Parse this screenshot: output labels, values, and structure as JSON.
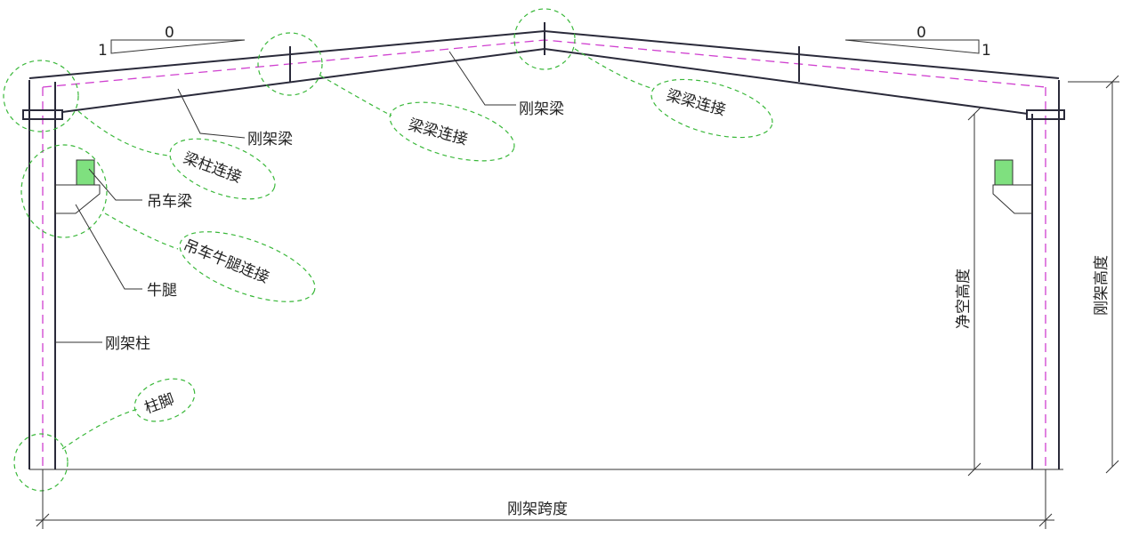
{
  "title": "门式刚架结构示意",
  "slope_left": {
    "rise": "1",
    "run": "0"
  },
  "slope_right": {
    "rise": "1",
    "run": "0"
  },
  "labels": {
    "rafter_left": "刚架梁",
    "rafter_right": "刚架梁",
    "beam_beam_left": "梁梁连接",
    "beam_beam_right": "梁梁连接",
    "beam_column": "梁柱连接",
    "crane_beam": "吊车梁",
    "crane_bracket_conn": "吊车牛腿连接",
    "bracket": "牛腿",
    "column": "刚架柱",
    "column_base": "柱脚",
    "clear_height": "净空高度",
    "frame_height": "刚架高度",
    "frame_span": "刚架跨度"
  },
  "colors": {
    "member": "#2a2a3a",
    "centerline": "#d040d0",
    "highlight": "#3ab83a"
  }
}
